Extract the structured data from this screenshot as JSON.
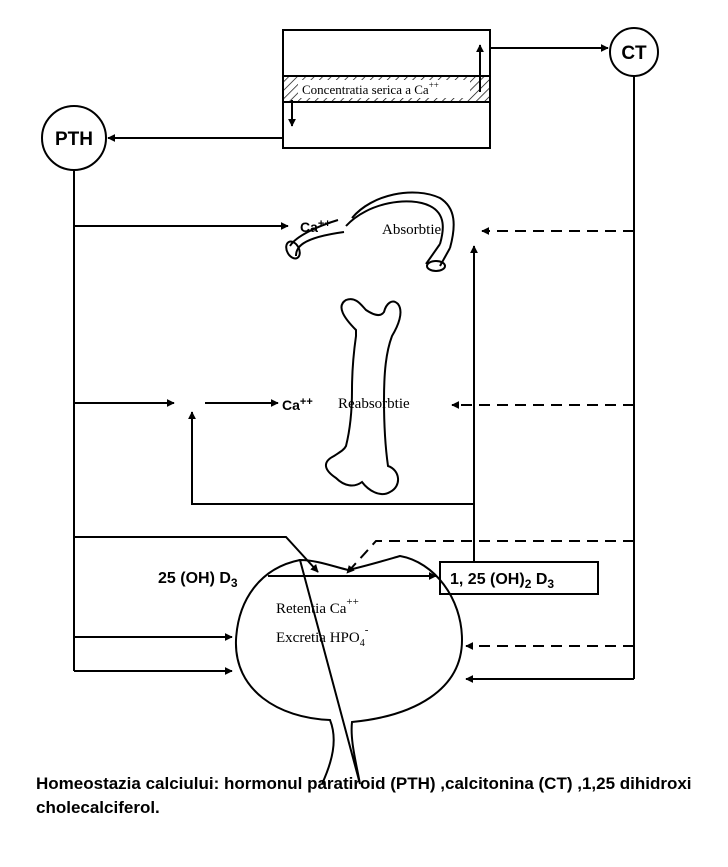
{
  "hormones": {
    "pth": "PTH",
    "ct": "CT"
  },
  "serum_label": {
    "text": "Concentratia serica a Ca",
    "sup": "++"
  },
  "intestine": {
    "ion": "Ca",
    "ion_sup": "++",
    "label": "Absorbtie"
  },
  "bone": {
    "ion": "Ca",
    "ion_sup": "++",
    "label": "Reabsorbtie"
  },
  "vitamin_d": {
    "precursor": "25 (OH) D",
    "precursor_sub": "3",
    "active_a": "1, 25 (OH)",
    "active_sub1": "2",
    "active_b": " D",
    "active_sub2": "3"
  },
  "kidney": {
    "line1_text": "Retentia Ca",
    "line1_sup": "++",
    "line2_text": "Excretia HPO",
    "line2_sub": "4",
    "line2_sup": "-"
  },
  "caption": "Homeostazia calciului: hormonul paratiroid (PTH) ,calcitonina (CT) ,1,25 dihidroxi cholecalciferol."
}
